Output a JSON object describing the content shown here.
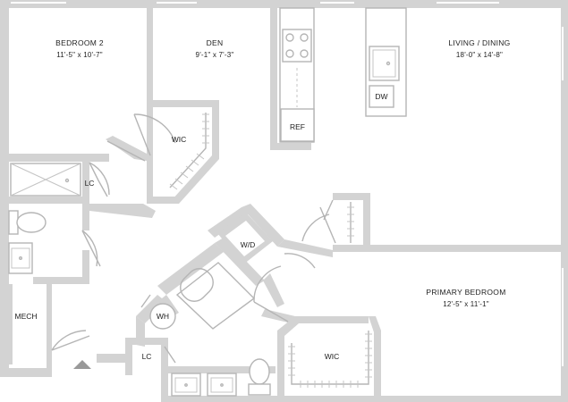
{
  "rooms": {
    "bedroom2": {
      "name": "BEDROOM 2",
      "dims": "11'-5\" x 10'-7\""
    },
    "den": {
      "name": "DEN",
      "dims": "9'-1\" x 7'-3\""
    },
    "living": {
      "name": "LIVING / DINING",
      "dims": "18'-0\" x 14'-8\""
    },
    "primary": {
      "name": "PRIMARY BEDROOM",
      "dims": "12'-5\" x 11'-1\""
    },
    "wic_den": {
      "name": "WIC"
    },
    "wic_primary": {
      "name": "WIC"
    },
    "lc_top": {
      "name": "LC"
    },
    "lc_bottom": {
      "name": "LC"
    },
    "mech": {
      "name": "MECH"
    },
    "wd": {
      "name": "W/D"
    },
    "wh": {
      "name": "WH"
    }
  },
  "fixtures": {
    "ref": "REF",
    "dw": "DW"
  },
  "colors": {
    "wall": "#d3d3d3",
    "fixture_line": "#b5b5b5",
    "text": "#222222",
    "entry_marker": "#999999"
  }
}
